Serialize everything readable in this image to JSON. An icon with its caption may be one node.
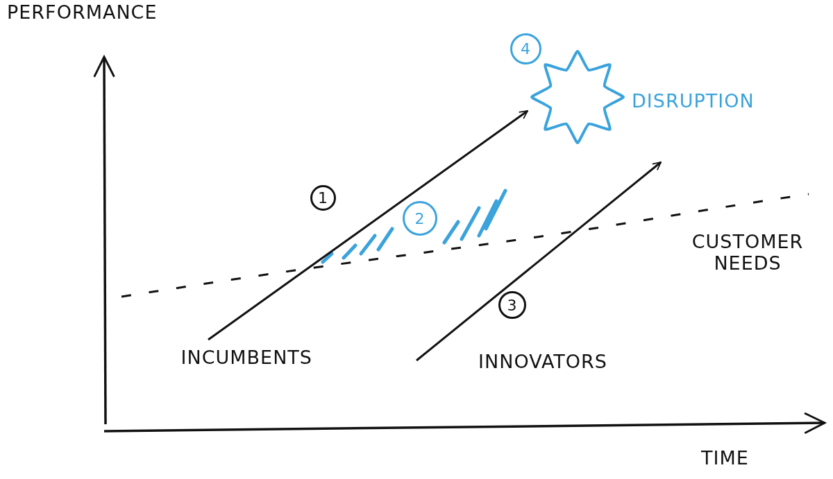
{
  "diagram": {
    "nodes": [
      {
        "text": [
          "4"
        ]
      },
      {
        "text": [
          "DISRUPTION"
        ]
      },
      {
        "text": [
          "1"
        ]
      },
      {
        "text": [
          "2"
        ]
      },
      {
        "text": [
          "3"
        ]
      },
      {
        "text": [
          "INCUMBENTS"
        ]
      },
      {
        "text": [
          "INNOVATORS"
        ]
      }
    ],
    "edges": [
      {
        "from": 5,
        "to": 1,
        "arrow": "to"
      },
      {
        "from": 6,
        "to": null,
        "arrow": "to"
      }
    ],
    "labels": [
      "PERFORMANCE",
      "CUSTOMER NEEDS",
      "TIME"
    ]
  }
}
